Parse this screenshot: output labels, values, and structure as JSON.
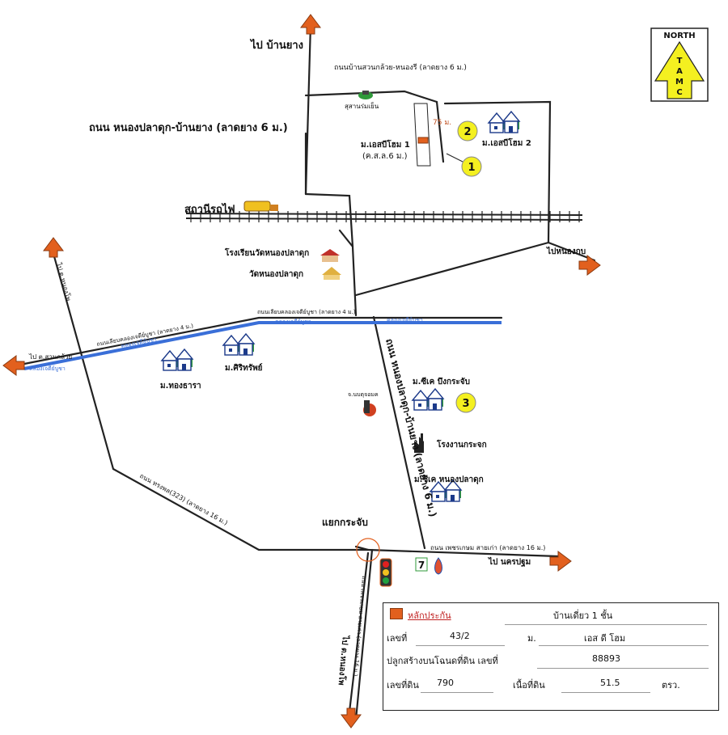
{
  "compass": {
    "label": "NORTH",
    "letters": [
      "T",
      "A",
      "M",
      "C"
    ]
  },
  "labels": {
    "to_ban_yang": "ไป บ้านยาง",
    "road_suan_kluai": "ถนนบ้านสวนกล้วย-หนองรี (ลาดยาง 6 ม.)",
    "road_nong_pla_duk": "ถนน หนองปลาดุก-บ้านยาง (ลาดยาง 6 ม.)",
    "cemetery": "สุสานร่มเย็น",
    "village_sb1": "ม.เอสบีโฮม 1",
    "village_sb1_sub": "(ค.ส.ล.6 ม.)",
    "village_sb2": "ม.เอสบีโฮม 2",
    "distance": "75 ม.",
    "train_station": "สถานีรถไฟ",
    "school": "โรงเรียนวัดหนองปลาดุก",
    "temple": "วัดหนองปลาดุก",
    "to_nong_kop": "ไปหนองกบ",
    "canal_road_top": "ถนนเลียบคลองเจดีย์บูชา (ลาดยาง 4 ม.)",
    "canal_top": "คลองเจดีย์บูชา",
    "canal_road_left": "ถนนเลียบคลองเจดีย์บูชา (ลาดยาง 4 ม.)",
    "canal_left": "คลองเจดีย์บูชา",
    "to_suan_kluai": "ไป ต.สวนกล้วย",
    "road_left_vertical": "ไป ต.หนองโพ",
    "village_thong_thara": "ม.ทองธารา",
    "village_sirisap": "ม.ศิริทรัพย์",
    "gas_station": "จ.นบตุจอมค",
    "village_ck_bueng": "ม.ซีเค บึงกระจับ",
    "glass_factory": "โรงงานกระจก",
    "road_main_vertical": "ถนน หนองปลาดุก-บ้านยาง (ลาดยาง 6 ม.)",
    "village_ck_nong": "ม.ซีเค หนองปลาดุก",
    "road_songphon": "ถนน ทรงพล(323) (ลาดยาง 16 ม.)",
    "junction": "แยกกระจับ",
    "road_phetkasem": "ถนน เพชรเกษม สายเก่า (ลาดยาง 16 ม.)",
    "to_nakhon_pathom": "ไป นครปฐม",
    "road_south": "ถนน เพชรเกษม สายเก่า (ลาดยาง 16 ม.)",
    "to_south": "ไป ต.หนองโพ"
  },
  "markers": [
    "1",
    "2",
    "3"
  ],
  "info": {
    "legend": "หลักประกัน",
    "house_type": "บ้านเดี่ยว 1 ชั้น",
    "no_label": "เลขที่",
    "no_value": "43/2",
    "moo_label": "ม.",
    "moo_value": "เอส ดี โฮม",
    "deed_label": "ปลูกสร้างบนโฉนดที่ดิน เลขที่",
    "deed_value": "88893",
    "land_no_label": "เลขที่ดิน",
    "land_no_value": "790",
    "area_label": "เนื้อที่ดิน",
    "area_value": "51.5",
    "area_unit": "ตรว."
  },
  "colors": {
    "arrow": "#e2601e",
    "marker": "#f4f020",
    "canal": "#3a6fd8",
    "house": "#1c3a8a",
    "grass": "#2f9a3a",
    "compass_arrow": "#f4f020"
  }
}
